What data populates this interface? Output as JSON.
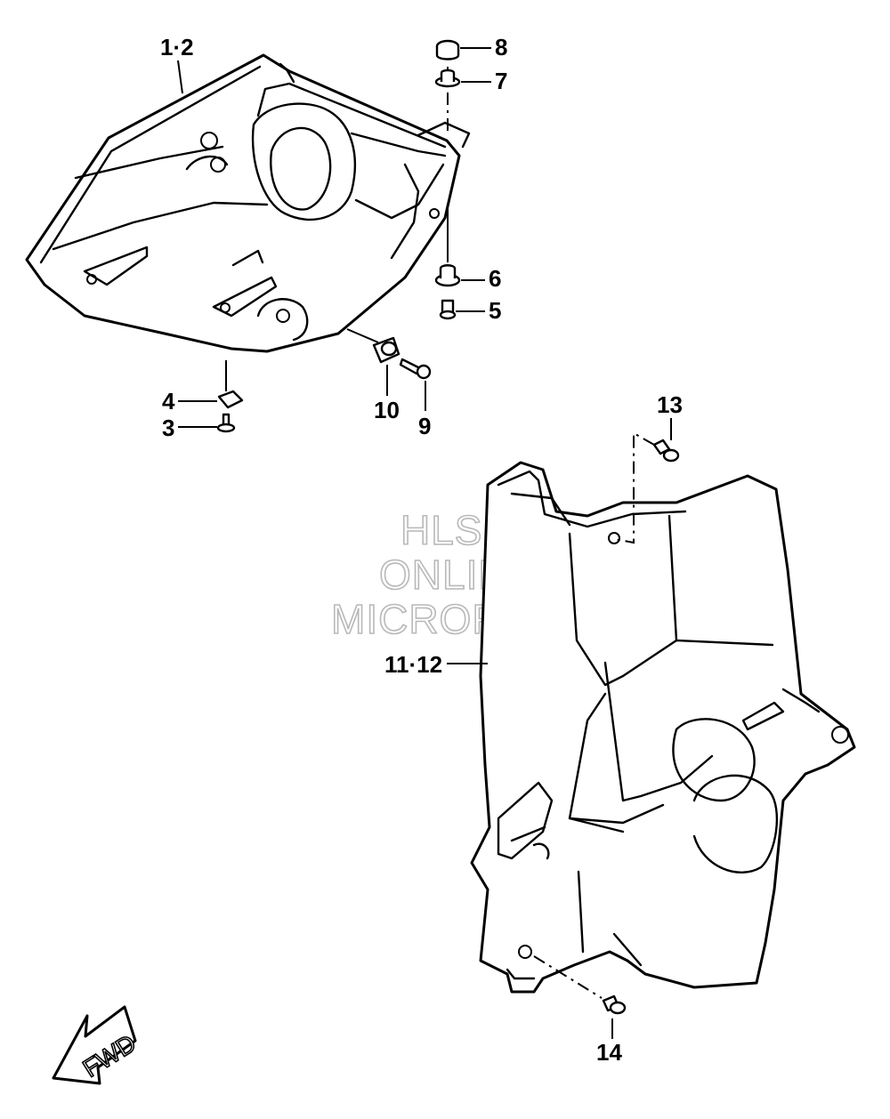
{
  "watermark": {
    "line1": "HLSM",
    "line2": "ONLINE",
    "line3": "MICROFICHE"
  },
  "direction_badge": {
    "label": "FWD"
  },
  "callouts": [
    {
      "id": "1-2",
      "label": "1·2"
    },
    {
      "id": "8",
      "label": "8"
    },
    {
      "id": "7",
      "label": "7"
    },
    {
      "id": "6",
      "label": "6"
    },
    {
      "id": "5",
      "label": "5"
    },
    {
      "id": "4",
      "label": "4"
    },
    {
      "id": "3",
      "label": "3"
    },
    {
      "id": "10",
      "label": "10"
    },
    {
      "id": "9",
      "label": "9"
    },
    {
      "id": "13",
      "label": "13"
    },
    {
      "id": "11-12",
      "label": "11·12"
    },
    {
      "id": "14",
      "label": "14"
    }
  ],
  "colors": {
    "line": "#000000",
    "watermark": "#b8b8b8",
    "background": "#ffffff"
  }
}
